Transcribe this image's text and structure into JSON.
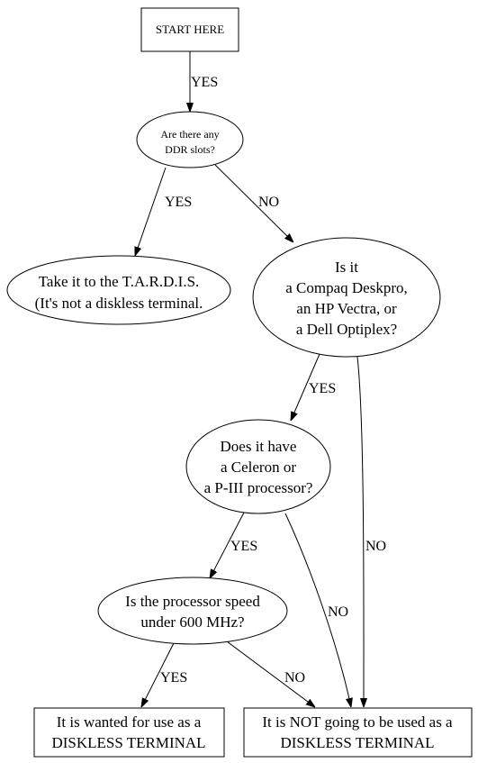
{
  "nodes": {
    "start": {
      "lines": [
        "START HERE"
      ]
    },
    "ddr": {
      "lines": [
        "Are there any",
        "DDR slots?"
      ]
    },
    "tardis": {
      "lines": [
        "Take it to the T.A.R.D.I.S.",
        "(It's not a diskless terminal."
      ]
    },
    "brand": {
      "lines": [
        "Is it",
        "a Compaq Deskpro,",
        "an HP Vectra, or",
        "a Dell Optiplex?"
      ]
    },
    "cpu": {
      "lines": [
        "Does it have",
        "a Celeron or",
        "a P-III processor?"
      ]
    },
    "speed": {
      "lines": [
        "Is the processor speed",
        "under 600 MHz?"
      ]
    },
    "wanted": {
      "lines": [
        "It is wanted for use as a",
        "DISKLESS TERMINAL"
      ]
    },
    "not_used": {
      "lines": [
        "It is NOT going to be used as a",
        "DISKLESS TERMINAL"
      ]
    }
  },
  "edges": {
    "start_ddr": "YES",
    "ddr_tardis": "YES",
    "ddr_brand": "NO",
    "brand_cpu": "YES",
    "brand_notused": "NO",
    "cpu_speed": "YES",
    "cpu_notused": "NO",
    "speed_wanted": "YES",
    "speed_notused": "NO"
  }
}
